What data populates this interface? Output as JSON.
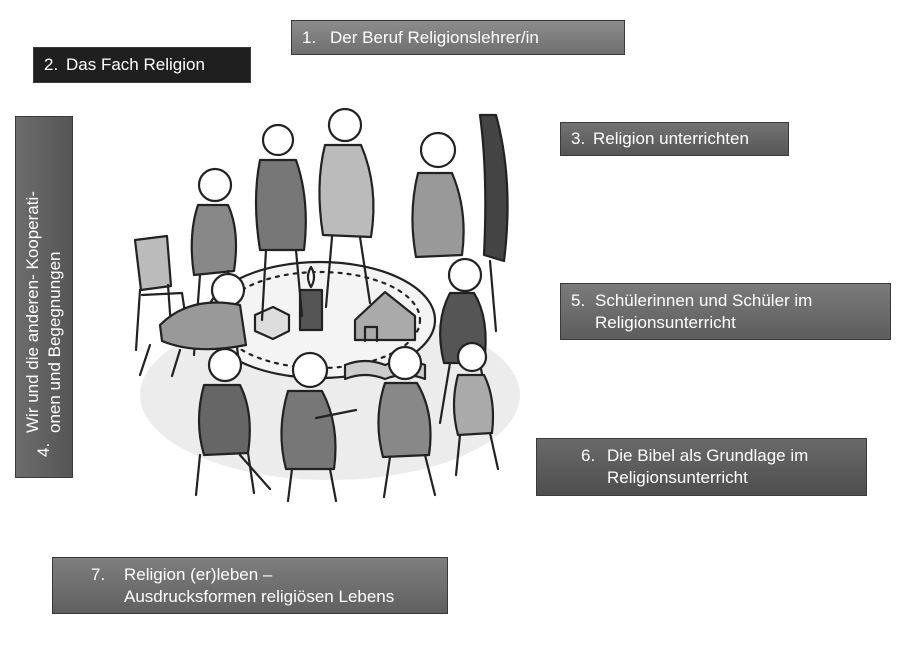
{
  "boxes": {
    "b1": {
      "number": "1.",
      "text": "Der Beruf Religionslehrer/in"
    },
    "b2": {
      "number": "2.",
      "text": "Das Fach Religion"
    },
    "b3": {
      "number": "3.",
      "text": "Religion unterrichten"
    },
    "b4": {
      "number": "4.",
      "line1": "Wir und die anderen- Kooperati-",
      "line2": "onen und Begegnungen"
    },
    "b5": {
      "number": "5.",
      "line1": "Schülerinnen und Schüler im",
      "line2": "Religionsunterricht"
    },
    "b6": {
      "number": "6.",
      "line1": "Die Bibel als Grundlage im",
      "line2": "Religionsunterricht"
    },
    "b7": {
      "number": "7.",
      "line1": "Religion (er)leben –",
      "line2": "Ausdrucksformen religiösen Lebens"
    }
  }
}
